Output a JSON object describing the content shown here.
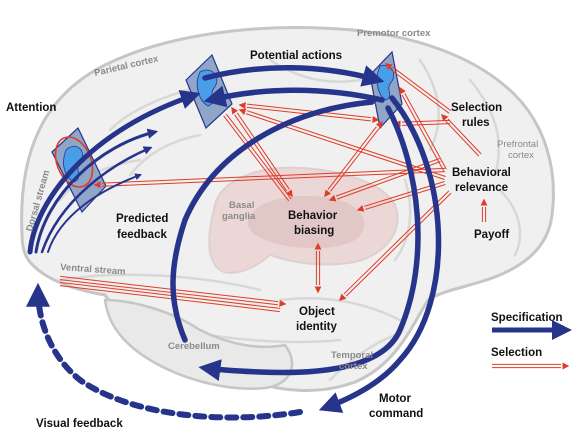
{
  "labels": {
    "attention": "Attention",
    "potential_actions": "Potential actions",
    "premotor_cortex": "Premotor cortex",
    "parietal_cortex": "Parietal cortex",
    "selection_rules_1": "Selection",
    "selection_rules_2": "rules",
    "prefrontal_1": "Prefrontal",
    "prefrontal_2": "cortex",
    "behavioral_relevance_1": "Behavioral",
    "behavioral_relevance_2": "relevance",
    "payoff": "Payoff",
    "dorsal_stream": "Dorsal stream",
    "predicted_feedback_1": "Predicted",
    "predicted_feedback_2": "feedback",
    "basal_ganglia_1": "Basal",
    "basal_ganglia_2": "ganglia",
    "behavior_biasing_1": "Behavior",
    "behavior_biasing_2": "biasing",
    "ventral_stream": "Ventral stream",
    "object_identity_1": "Object",
    "object_identity_2": "identity",
    "cerebellum": "Cerebellum",
    "temporal_cortex_1": "Temporal",
    "temporal_cortex_2": "cortex",
    "motor_command_1": "Motor",
    "motor_command_2": "command",
    "visual_feedback": "Visual feedback"
  },
  "legend": {
    "specification": "Specification",
    "selection": "Selection"
  },
  "colors": {
    "specification": "#27348b",
    "selection": "#e03c28",
    "brain_fill": "#f0f0f0",
    "brain_outline": "#c6c6c6",
    "basal_ganglia_fill": "#ecd7d7"
  }
}
